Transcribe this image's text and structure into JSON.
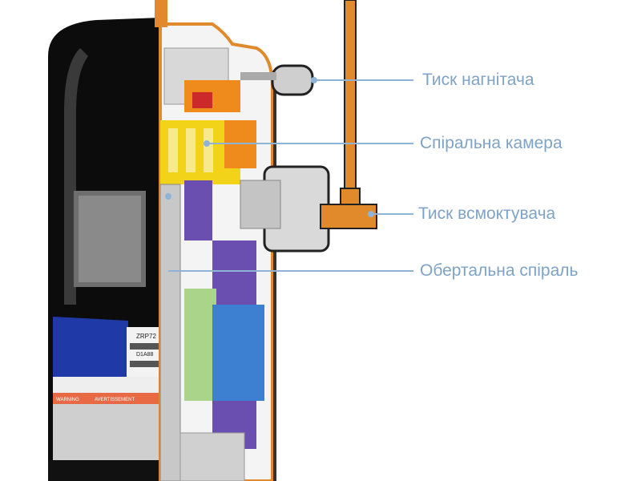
{
  "labels": [
    {
      "id": "discharge",
      "text": "Тиск нагнітача"
    },
    {
      "id": "scroll-chamber",
      "text": "Спіральна камера"
    },
    {
      "id": "suction",
      "text": "Тиск всмоктувача"
    },
    {
      "id": "orbiting-scroll",
      "text": "Обертальна спіраль"
    }
  ],
  "nameplate": {
    "model": "ZRP72",
    "serial": "D1A88",
    "warning": "WARNING",
    "warning_fr": "AVERTISSEMENT"
  },
  "colors": {
    "label": "#7fa3c6",
    "leader": "#8fb3d6",
    "copper": "#e08a2c",
    "shell": "#0c0c0c",
    "blue_band": "#1f3aa6",
    "purple": "#6b4fb0",
    "green": "#a9d48a",
    "blue": "#3d7fd0",
    "yellow": "#f3d21a"
  }
}
